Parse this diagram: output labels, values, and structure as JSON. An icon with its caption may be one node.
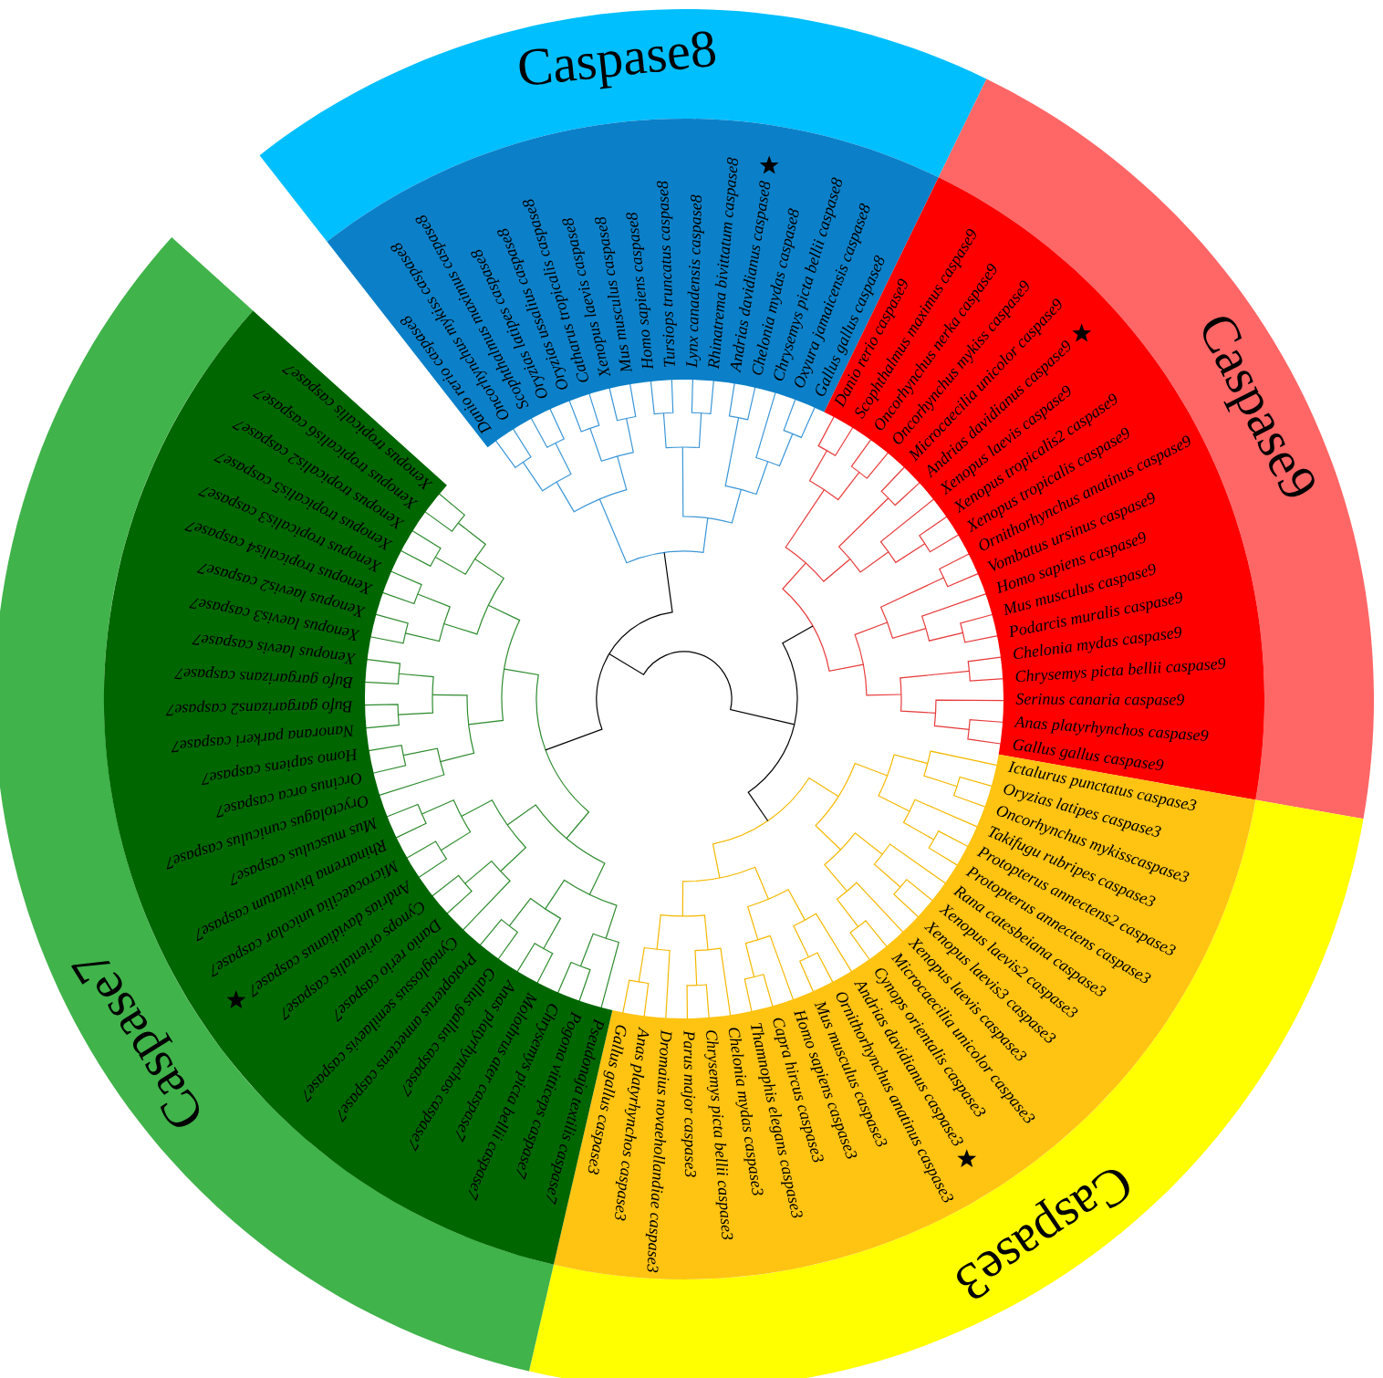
{
  "diagram": {
    "nodes": [
      {
        "text": [
          "Caspase8",
          "Danio rerio caspase8",
          "Oncorhynchus mykiss caspase8",
          "Scophthalmus maximus caspase8",
          "Oryzias latipes caspase8",
          "Oryzias ussalius caspase8",
          "Catharus tropicalis caspase8",
          "Xenopus laevis caspase8",
          "Mus musculus caspase8",
          "Homo sapiens caspase8",
          "Tursiops truncatus caspase8",
          "Lynx canadensis caspase8",
          "Rhinatrema bivittatum caspase8",
          "Andrias davidianus caspase8",
          "Chelonia mydas caspase8",
          "Chrysemys picta bellii caspase8",
          "Oxyura jamaicensis caspase8",
          "Gallus gallus caspase8"
        ]
      },
      {
        "text": [
          "Caspase9",
          "Danio rerio caspase9",
          "Scophthalmus maximus caspase9",
          "Oncorhynchus nerka caspase9",
          "Oncorhynchus mykiss caspase9",
          "Microcaecilia unicolor caspase9",
          "Andrias davidianus caspase9",
          "Xenopus laevis caspase9",
          "Xenopus tropicalis2 caspase9",
          "Xenopus tropicalis caspase9",
          "Ornithorhynchus anatinus caspase9",
          "Vombatus ursinus caspase9",
          "Homo sapiens caspase9",
          "Mus musculus caspase9",
          "Podarcis muralis caspase9",
          "Chelonia mydas caspase9",
          "Chrysemys picta bellii caspase9",
          "Serinus canaria caspase9",
          "Anas platyrhynchos caspase9",
          "Gallus gallus caspase9"
        ]
      },
      {
        "text": [
          "Caspase3",
          "Ictalurus punctatus caspase3",
          "Oryzias latipes caspase3",
          "Oncorhynchus mykisscaspase3",
          "Takifugu rubripes caspase3",
          "Protopterus annectens2 caspase3",
          "Protopterus annectens caspase3",
          "Rana catesbeiana caspase3",
          "Xenopus laevis2 caspase3",
          "Xenopus laevis3 caspase3",
          "Xenopus laevis caspase3",
          "Microcaecilia unicolor caspase3",
          "Cynops orientalis caspase3",
          "Andrias davidianus caspase3",
          "Ornithorhynchus anatinus caspase3",
          "Mus musculus caspase3",
          "Homo sapiens caspase3",
          "Capra hircus caspase3",
          "Thamnophis elegans caspase3",
          "Chelonia mydas caspase3",
          "Chrysemys picta bellii caspase3",
          "Parus major caspase3",
          "Dromaius novaehollandiae caspase3",
          "Anas platyrhynchos caspase3",
          "Gallus gallus caspase3"
        ]
      },
      {
        "text": [
          "Caspase7",
          "Pseudonaja textilis caspase7",
          "Pogona vitticeps caspase7",
          "Chrysemys picta bellii caspase7",
          "Molothrus ater caspase7",
          "Anas platyrhynchos caspase7",
          "Gallus gallus caspase7",
          "Protopterus annectens caspase7",
          "Cynoglossus semilaevis caspase7",
          "Danio rerio caspase7",
          "Cynops orientalis caspase7",
          "Andrias davidianus caspase7",
          "Microcaecilia unicolor caspase7",
          "Rhinatrema bivittatum caspase7",
          "Mus musculus caspase7",
          "Oryctolagus cuniculus caspase7",
          "Orcinus orca caspase7",
          "Homo sapiens caspase7",
          "Nanorana parkeri caspase7",
          "Bufo gargarizans2 caspase7",
          "Bufo gargarizans caspase7",
          "Xenopus laevis caspase7",
          "Xenopus laevis3 caspase7",
          "Xenopus laevis2 caspase7",
          "Xenopus tropicalis4 caspase7",
          "Xenopus tropicalis3 caspase7",
          "Xenopus tropicalis5 caspase7",
          "Xenopus tropicalis2 caspase7",
          "Xenopus tropicalis6 caspase7",
          "Xenopus tropicalis caspase7"
        ]
      }
    ]
  }
}
